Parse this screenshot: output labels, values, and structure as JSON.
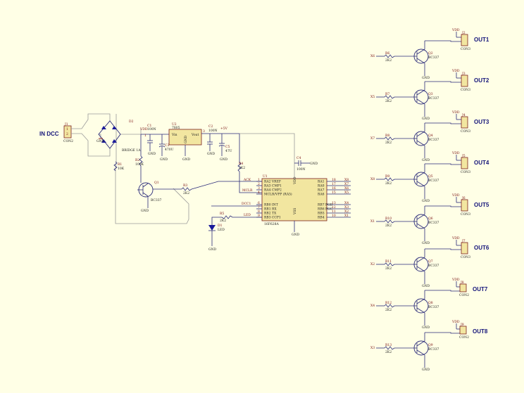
{
  "connectors": {
    "input": {
      "label": "IN DCC",
      "ref": "J1",
      "value": "CON2",
      "pins": [
        "1",
        "2"
      ]
    },
    "outputs": [
      {
        "label": "OUT1",
        "ref": "J2",
        "value": "CON3"
      },
      {
        "label": "OUT2",
        "ref": "J3",
        "value": "CON3"
      },
      {
        "label": "OUT3",
        "ref": "J4",
        "value": "CON3"
      },
      {
        "label": "OUT4",
        "ref": "J5",
        "value": "CON3"
      },
      {
        "label": "OUT5",
        "ref": "J6",
        "value": "CON3"
      },
      {
        "label": "OUT6",
        "ref": "J7",
        "value": "CON3"
      },
      {
        "label": "OUT7",
        "ref": "J8",
        "value": "CON2"
      },
      {
        "label": "OUT8",
        "ref": "J9",
        "value": "CON2"
      }
    ]
  },
  "output_channels": [
    {
      "net": "X6",
      "resistor": "R6",
      "rvalue": "2K2",
      "transistor": "Q2",
      "tvalue": "BC337"
    },
    {
      "net": "X5",
      "resistor": "R7",
      "rvalue": "2K2",
      "transistor": "Q3",
      "tvalue": "BC337"
    },
    {
      "net": "X7",
      "resistor": "R8",
      "rvalue": "2K2",
      "transistor": "Q4",
      "tvalue": "BC337"
    },
    {
      "net": "X8",
      "resistor": "R9",
      "rvalue": "2K2",
      "transistor": "Q5",
      "tvalue": "BC337"
    },
    {
      "net": "X1",
      "resistor": "R10",
      "rvalue": "2K2",
      "transistor": "Q6",
      "tvalue": "BC337"
    },
    {
      "net": "X2",
      "resistor": "R11",
      "rvalue": "2K2",
      "transistor": "Q7",
      "tvalue": "BC337"
    },
    {
      "net": "X4",
      "resistor": "R12",
      "rvalue": "2K2",
      "transistor": "Q8",
      "tvalue": "BC337"
    },
    {
      "net": "X3",
      "resistor": "R13",
      "rvalue": "2K2",
      "transistor": "Q9",
      "tvalue": "BC337"
    }
  ],
  "nets": {
    "vdd": "VDD",
    "gnd": "GND",
    "plus5v": "+5V",
    "dcc": "DCC1",
    "led": "LED",
    "ack": "ACK",
    "mclr": "MCLR"
  },
  "bridge": {
    "ref": "D2",
    "value": "BRIDGE 1A"
  },
  "regulator": {
    "ref": "U2",
    "value": "7805",
    "vin": "Vin",
    "vout": "Vout",
    "gnd": "GND",
    "pin_in": "1",
    "pin_out": "3",
    "pin_gnd": "2"
  },
  "capacitors": [
    {
      "ref": "C1",
      "value": "100N"
    },
    {
      "ref": "C3",
      "value": "470U"
    },
    {
      "ref": "C2",
      "value": "100N"
    },
    {
      "ref": "C5",
      "value": "47U"
    },
    {
      "ref": "C4",
      "value": "100N"
    }
  ],
  "resistors": {
    "r1": {
      "ref": "R1",
      "value": "10K"
    },
    "r2": {
      "ref": "R2",
      "value": "100K"
    },
    "r3": {
      "ref": "R3",
      "value": "2K2"
    },
    "r4": {
      "ref": "R4",
      "value": "2K2"
    },
    "r5": {
      "ref": "R5",
      "value": "2K2"
    }
  },
  "q1": {
    "ref": "Q1",
    "value": "BC337"
  },
  "led": {
    "ref": "D1",
    "value": "LED"
  },
  "mcu": {
    "ref": "U1",
    "value": "16F628A",
    "vdd_pin": "VDD",
    "vss_pin": "VSS",
    "left_pins": [
      {
        "num": "1",
        "name": "RA2 VREF"
      },
      {
        "num": "2",
        "name": "RA3 CMP1"
      },
      {
        "num": "3",
        "name": "RA4 CMP2"
      },
      {
        "num": "4",
        "name": "MCLR/VPP (RA5)"
      },
      {
        "num": "6",
        "name": "RB0 INT"
      },
      {
        "num": "7",
        "name": "RB1 RX"
      },
      {
        "num": "8",
        "name": "RB2 TX"
      },
      {
        "num": "9",
        "name": "RB3 CCP1"
      }
    ],
    "right_pins": [
      {
        "num": "18",
        "name": "RA1",
        "net": "X8"
      },
      {
        "num": "17",
        "name": "RA0",
        "net": "X7"
      },
      {
        "num": "16",
        "name": "RA7",
        "net": "X6"
      },
      {
        "num": "15",
        "name": "RA6",
        "net": "X5"
      },
      {
        "num": "13",
        "name": "RB7 PGD",
        "net": "X4"
      },
      {
        "num": "12",
        "name": "RB6 PGC",
        "net": "X3"
      },
      {
        "num": "11",
        "name": "RB5",
        "net": "X2"
      },
      {
        "num": "10",
        "name": "RB4",
        "net": "X1"
      }
    ]
  }
}
